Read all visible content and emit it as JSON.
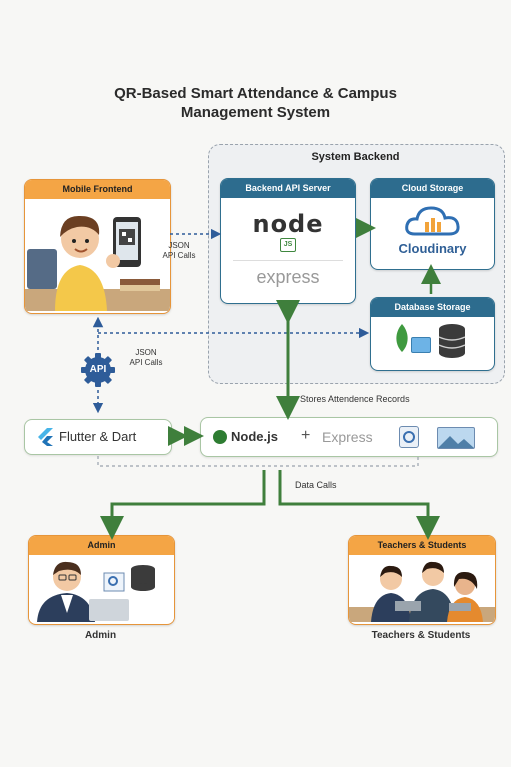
{
  "title_line1": "QR-Based Smart Attendance & Campus",
  "title_line2": "Management System",
  "backend": {
    "title": "System Backend"
  },
  "api_server": {
    "title": "Backend API Server",
    "node_text": "node",
    "node_sub": "JS",
    "express_text": "express"
  },
  "cloud_storage": {
    "title": "Cloud Storage",
    "brand": "Cloudinary"
  },
  "database_storage": {
    "title": "Database Storage"
  },
  "mobile_frontend": {
    "title": "Mobile Frontend"
  },
  "json_label_1": {
    "line1": "JSON",
    "line2": "API Calls"
  },
  "json_label_2": {
    "line1": "JSON",
    "line2": "API Calls"
  },
  "api_badge": "API",
  "flutter_pill": {
    "text": "Flutter & Dart"
  },
  "node_pill": {
    "node": "Node.js",
    "plus": "+",
    "express": "Express"
  },
  "stores_label": "Stores Attendence Records",
  "data_calls_label": "Data Calls",
  "admin_card": {
    "title": "Admin",
    "caption": "Admin"
  },
  "teachers_card": {
    "title": "Teachers & Students",
    "caption": "Teachers & Students"
  },
  "colors": {
    "accent_blue": "#2d6c8e",
    "orange": "#f4a545",
    "green": "#3f7f3c"
  }
}
